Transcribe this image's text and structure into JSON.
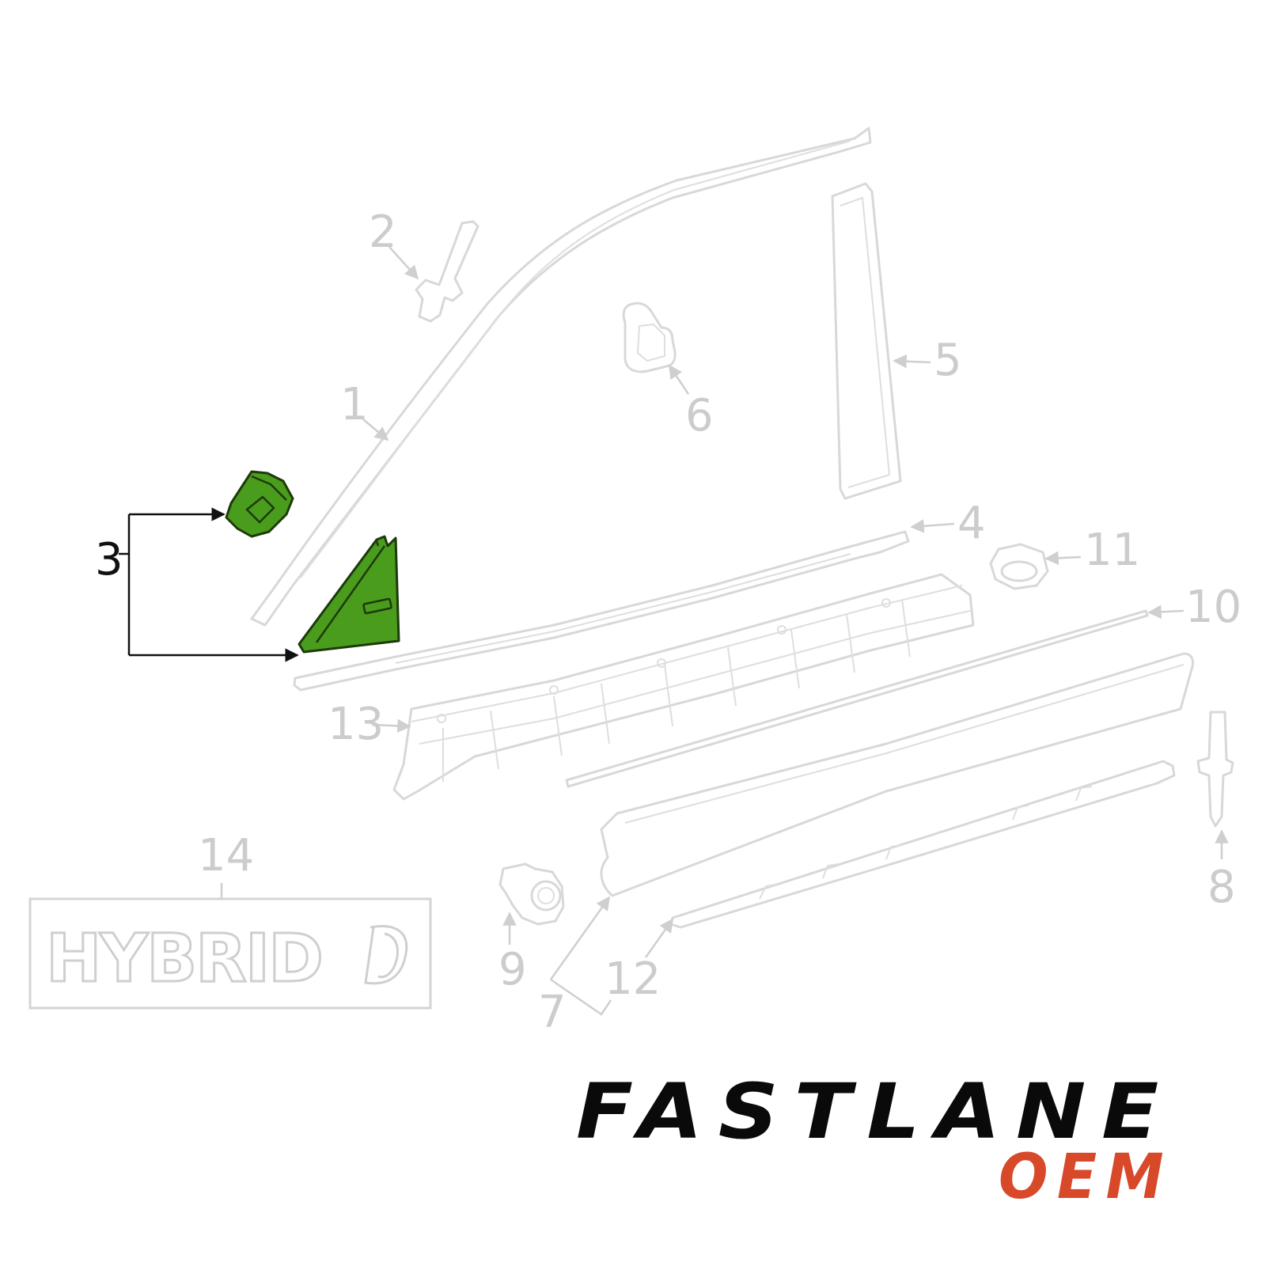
{
  "diagram": {
    "callouts": [
      {
        "id": "1",
        "label": "1"
      },
      {
        "id": "2",
        "label": "2"
      },
      {
        "id": "3",
        "label": "3"
      },
      {
        "id": "4",
        "label": "4"
      },
      {
        "id": "5",
        "label": "5"
      },
      {
        "id": "6",
        "label": "6"
      },
      {
        "id": "7",
        "label": "7"
      },
      {
        "id": "8",
        "label": "8"
      },
      {
        "id": "9",
        "label": "9"
      },
      {
        "id": "10",
        "label": "10"
      },
      {
        "id": "11",
        "label": "11"
      },
      {
        "id": "12",
        "label": "12"
      },
      {
        "id": "13",
        "label": "13"
      },
      {
        "id": "14",
        "label": "14"
      }
    ],
    "highlighted_part": "3",
    "highlight_color": "#4a9c1d",
    "emblem_text": "HYBRID"
  },
  "logo": {
    "name": "FASTLANE",
    "sub": "OEM",
    "sub_color": "#d8492a"
  }
}
